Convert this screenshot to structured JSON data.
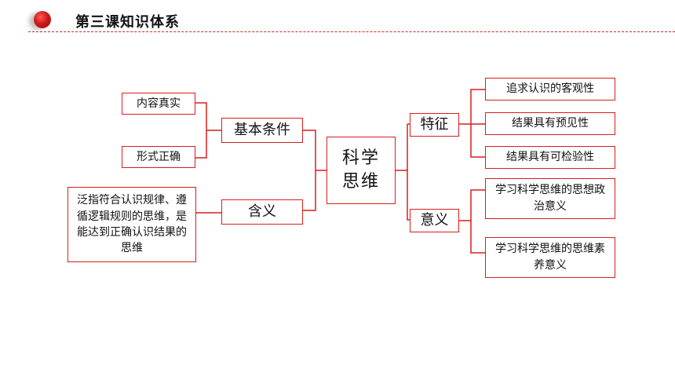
{
  "header": {
    "title": "第三课知识体系"
  },
  "center": {
    "label": "科学\n思维"
  },
  "left": {
    "basic_conditions": {
      "label": "基本条件",
      "items": [
        "内容真实",
        "形式正确"
      ]
    },
    "meaning": {
      "label": "含义",
      "definition": "泛指符合认识规律、遵循逻辑规则的思维，是能达到正确认识结果的思维"
    }
  },
  "right": {
    "features": {
      "label": "特征",
      "items": [
        "追求认识的客观性",
        "结果具有预见性",
        "结果具有可检验性"
      ]
    },
    "significance": {
      "label": "意义",
      "items": [
        "学习科学思维的思想政治意义",
        "学习科学思维的思维素养意义"
      ]
    }
  },
  "colors": {
    "accent": "#d81e1e",
    "text": "#111111"
  }
}
